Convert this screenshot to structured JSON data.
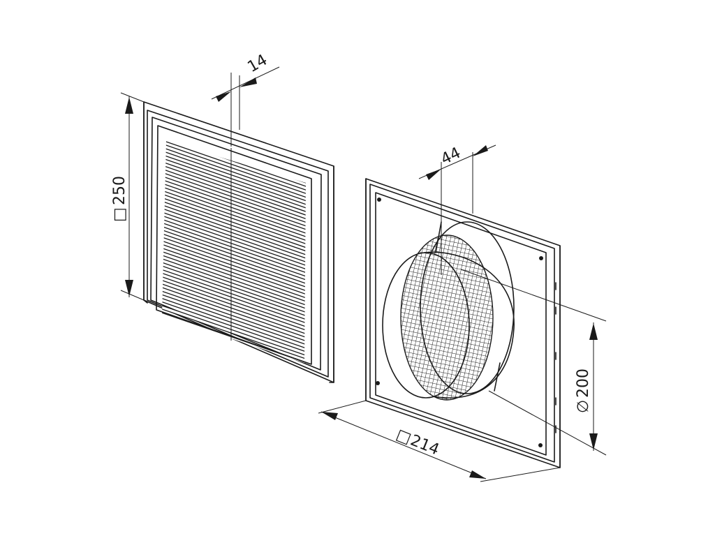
{
  "dimensions": {
    "louver_gap": "14",
    "grille_height": "250",
    "spigot_depth": "44",
    "plate_width": "214",
    "spigot_diameter": "200"
  },
  "symbols": {
    "square": "□",
    "diameter": "∅"
  }
}
